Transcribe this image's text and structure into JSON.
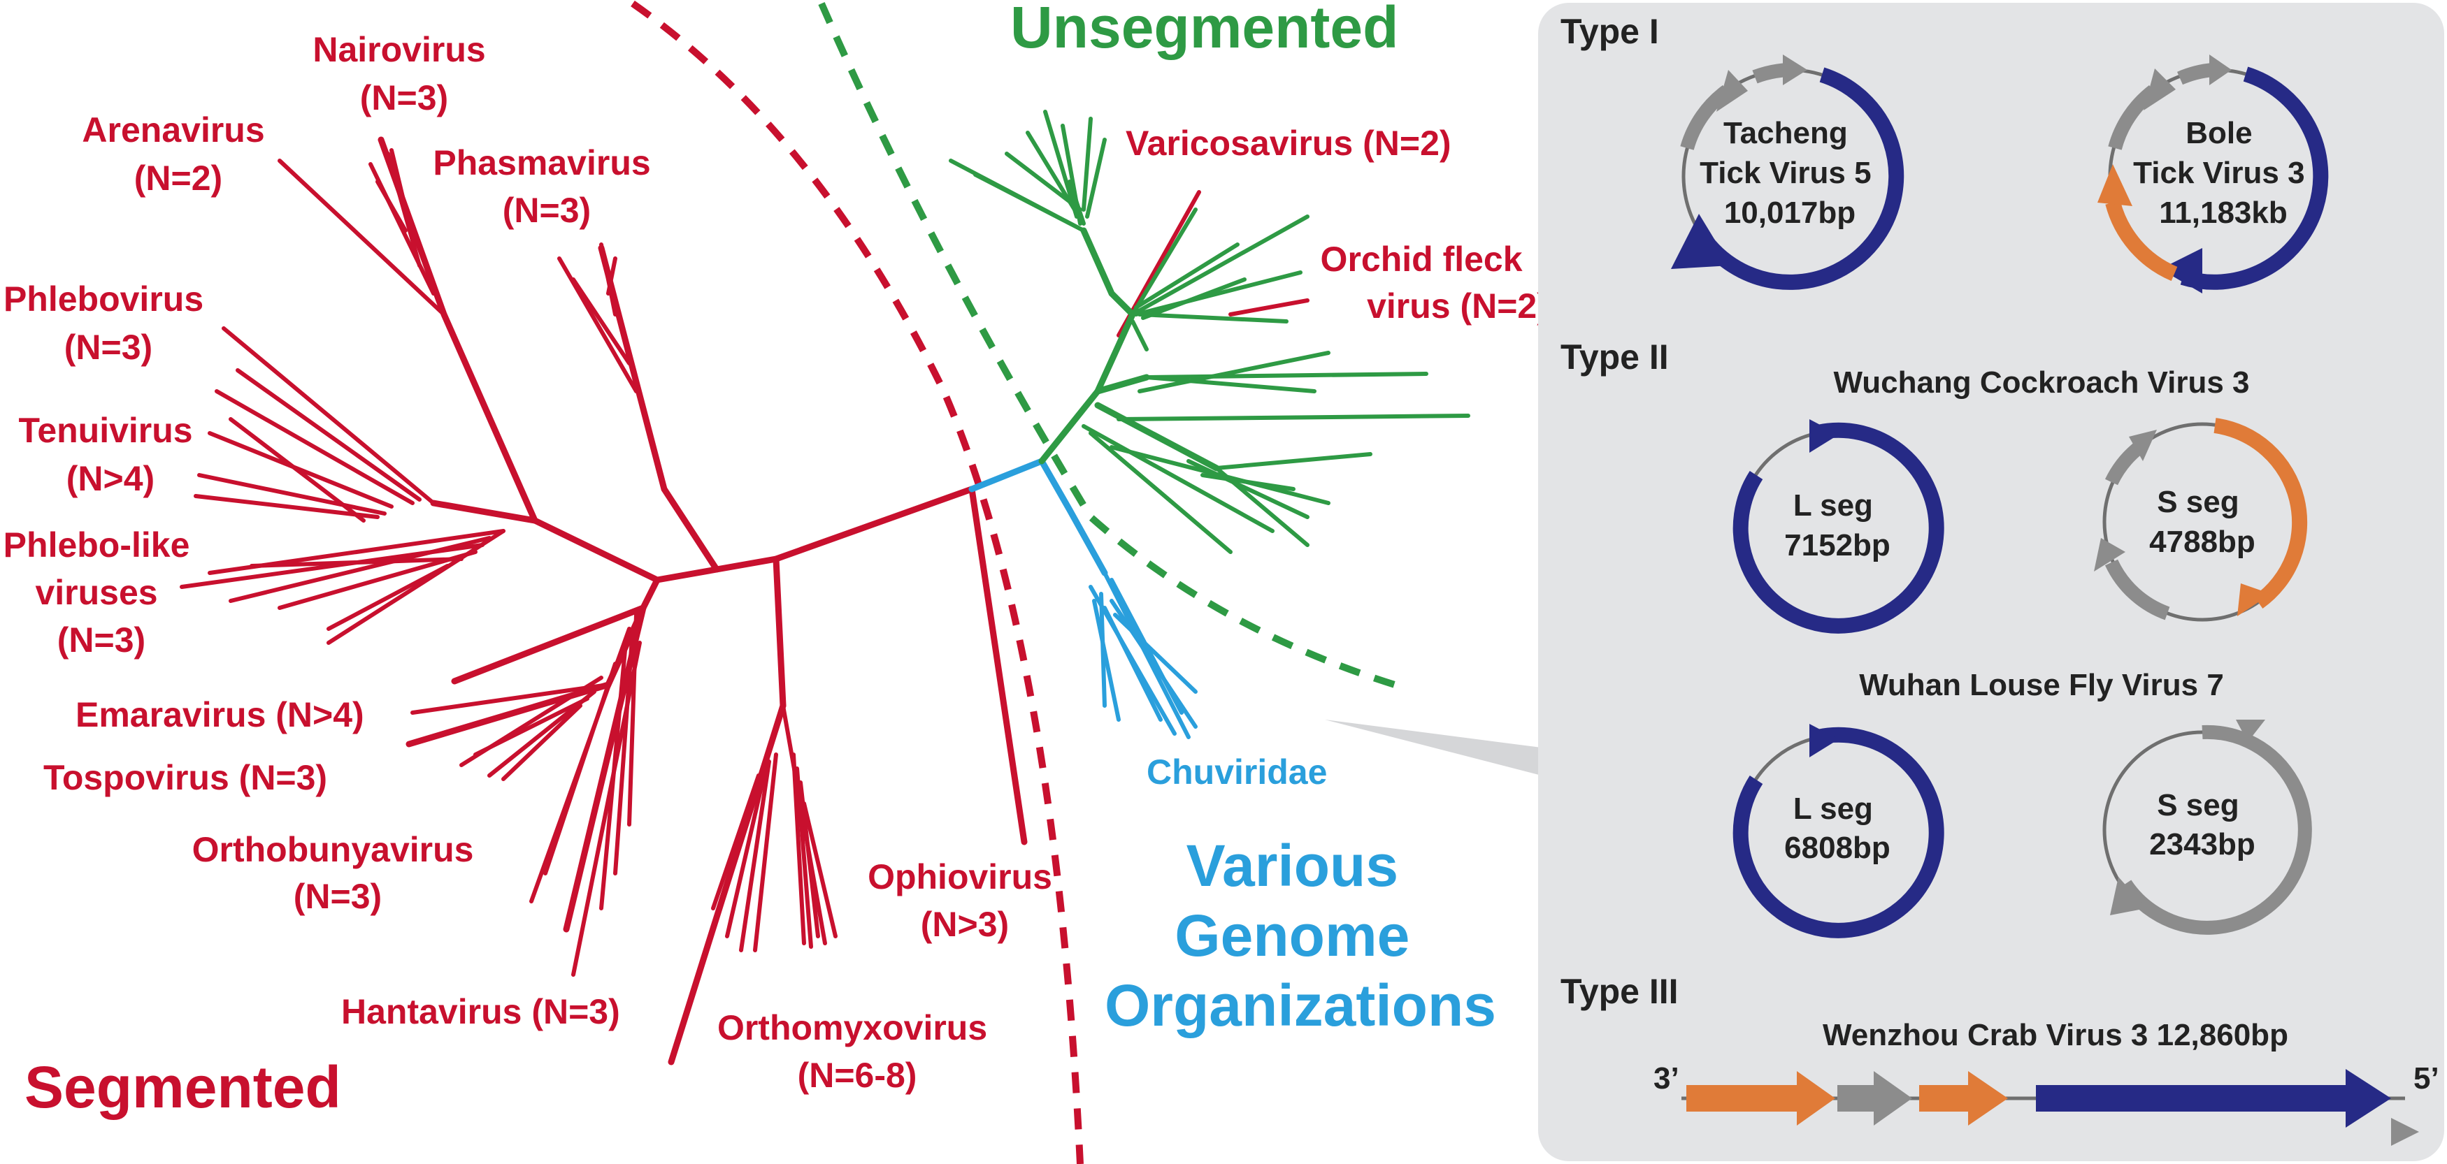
{
  "colors": {
    "segmented": "#c8102e",
    "unsegmented": "#2e9a44",
    "various": "#2a9fdc",
    "panel_bg": "#e3e4e6",
    "navy": "#262a86",
    "orange": "#e07b38",
    "gray": "#8c8c8c"
  },
  "groups": {
    "segmented": "Segmented",
    "unsegmented": "Unsegmented",
    "various": [
      "Various",
      "Genome",
      "Organizations"
    ]
  },
  "clades": {
    "nairovirus": [
      "Nairovirus",
      "(N=3)"
    ],
    "arenavirus": [
      "Arenavirus",
      "(N=2)"
    ],
    "phasmavirus": [
      "Phasmavirus",
      "(N=3)"
    ],
    "phlebovirus": [
      "Phlebovirus",
      "(N=3)"
    ],
    "tenuivirus": [
      "Tenuivirus",
      "(N>4)"
    ],
    "phlebo_like": [
      "Phlebo-like",
      "viruses",
      "(N=3)"
    ],
    "emaravirus": "Emaravirus (N>4)",
    "tospovirus": "Tospovirus (N=3)",
    "orthobunyavirus": [
      "Orthobunyavirus",
      "(N=3)"
    ],
    "hantavirus": "Hantavirus (N=3)",
    "orthomyxovirus": [
      "Orthomyxovirus",
      "(N=6-8)"
    ],
    "ophiovirus": [
      "Ophiovirus",
      "(N>3)"
    ],
    "varicosavirus": "Varicosavirus (N=2)",
    "orchid_fleck": [
      "Orchid fleck",
      "virus (N=2)"
    ],
    "chuviridae": "Chuviridae"
  },
  "panel": {
    "type1": {
      "label": "Type I",
      "virus_a": [
        "Tacheng",
        "Tick Virus 5",
        "10,017bp"
      ],
      "virus_b": [
        "Bole",
        "Tick Virus 3",
        "11,183kb"
      ]
    },
    "type2": {
      "label": "Type II",
      "virus_a_title": "Wuchang Cockroach Virus 3",
      "a_l": [
        "L seg",
        "7152bp"
      ],
      "a_s": [
        "S seg",
        "4788bp"
      ],
      "virus_b_title": "Wuhan Louse Fly Virus 7",
      "b_l": [
        "L seg",
        "6808bp"
      ],
      "b_s": [
        "S seg",
        "2343bp"
      ]
    },
    "type3": {
      "label": "Type III",
      "title": "Wenzhou Crab Virus 3 12,860bp",
      "end_3": "3’",
      "end_5": "5’"
    }
  }
}
